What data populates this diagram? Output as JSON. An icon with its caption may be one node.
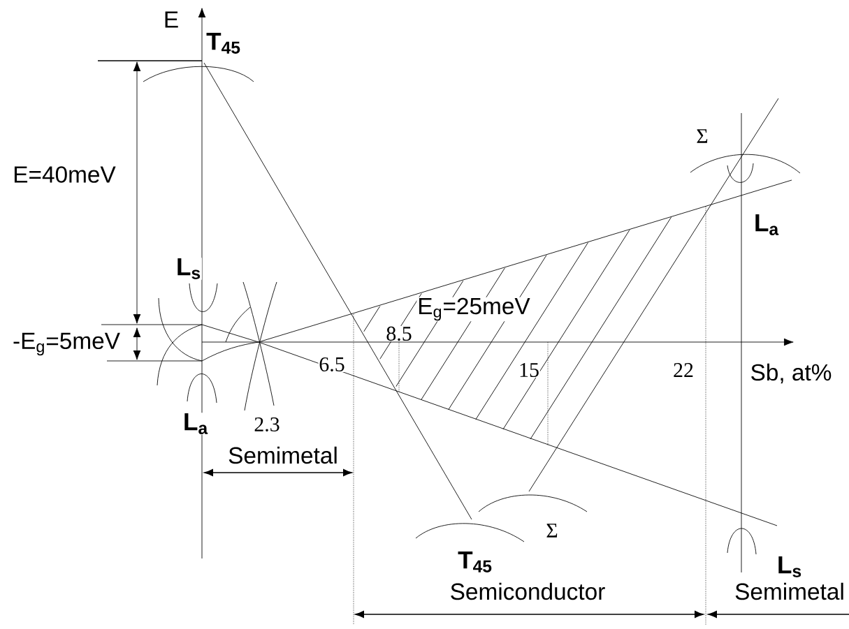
{
  "diagram": {
    "labels": [
      "E",
      "T$_{45}$",
      "Σ",
      "E=40meV",
      "L$_{a}$",
      "L$_{s}$",
      "8.5",
      "E$_{g}$=25meV",
      "-E$_{g}$=5meV",
      "22",
      "Sb, at%",
      "15",
      "6.5",
      "L$_{a}$",
      "2.3",
      "Semimetal",
      "Σ",
      "T$_{45}$",
      "L$_{s}$",
      "Semiconductor",
      "Semimetal"
    ]
  }
}
